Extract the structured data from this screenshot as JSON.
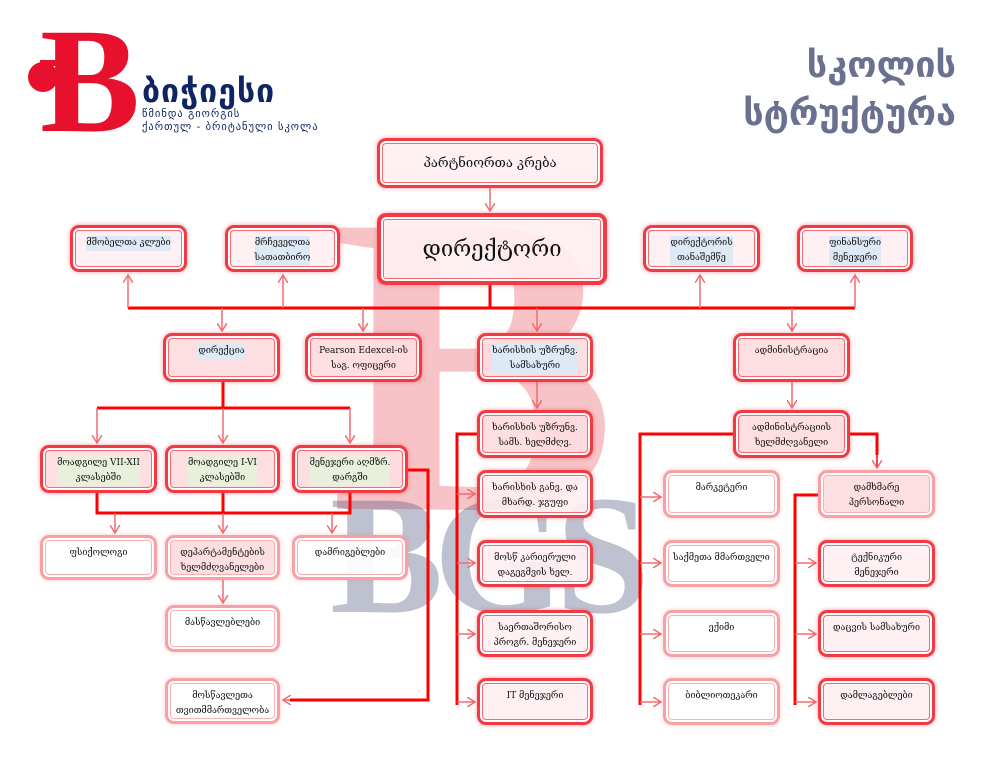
{
  "logo": {
    "name": "ბიჭიესი",
    "subtitle": "წმინდა გიორგის\nქართულ - ბრიტანული სკოლა",
    "watermark": "BGS"
  },
  "title": "სკოლის\nსტრუქტურა",
  "colors": {
    "accent": "#f23a45",
    "title": "#6a7190",
    "brand_navy": "#0f2462",
    "brand_red": "#e8112d"
  },
  "top": {
    "partners": "პარტნიორთა კრება",
    "director": "დირექტორი",
    "parents_club": "მშობელთა კლუბი",
    "board": "მრჩეველთა\nსათათბირო",
    "deputy": "დირექტორის\nთანაშემწე",
    "finance": "ფინანსური\nმენეჯერი"
  },
  "level2": {
    "directorate": "დირექცია",
    "pearson": "Pearson Edexcel-ის\nსაგ. ოფიცერი",
    "quality": "ხარისხის უზრუნვ.\nსამსახური",
    "administration": "ადმინისტრაცია"
  },
  "directorate_branch": {
    "deputy_7_12": "მოადგილე VII-XII\nკლასებში",
    "deputy_1_6": "მოადგილე  I-VI\nკლასებში",
    "education_manager": "მენეჯერი აღმზრ.\nდარგში",
    "psychologist": "ფსიქოლოგი",
    "department_heads": "დეპარტამენტების\nხელმძღვანელები",
    "class_tutors": "დამრიგებლები",
    "teachers": "მასწავლებლები",
    "student_government": "მოსწავლეთა\nთვითმმართველობა"
  },
  "quality_branch": {
    "head": "ხარისხის უზრუნვ.\nსამს. ხელმძღვ.",
    "items": [
      "ხარისხის განვ. და\nმხარდ. ჯგუფი",
      "მოსწ კარიერული\nდაგეგმვის ხელ.",
      "საერთაშორისო\nპროგრ. მენეჯერი",
      "IT მენეჯერი"
    ]
  },
  "admin_branch": {
    "head": "ადმინისტრაციის\nხელმძღვანელი",
    "items": [
      "მარკეტერი",
      "საქმეთა მმართველი",
      "ექიმი",
      "ბიბლიოთეკარი"
    ],
    "support": "დამხმარე\nპერსონალი",
    "support_items": [
      "ტექნიკური\nმენეჯერი",
      "დაცვის სამსახური",
      "დამლაგებლები"
    ]
  }
}
